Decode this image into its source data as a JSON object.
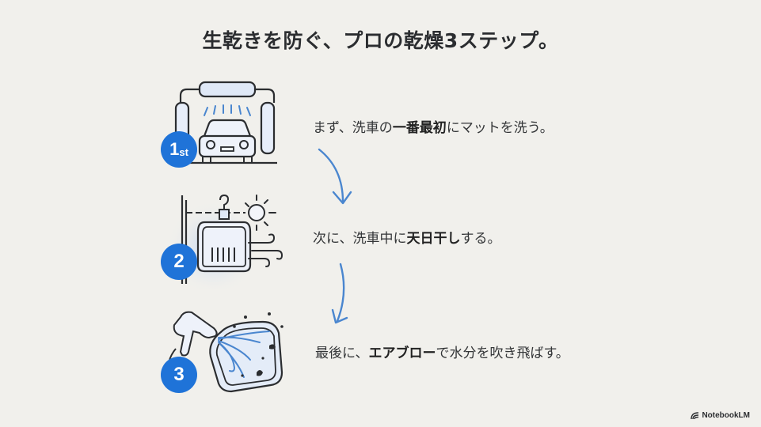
{
  "title": "生乾きを防ぐ、プロの乾燥3ステップ。",
  "steps": [
    {
      "badge": "1",
      "badge_suffix": "st",
      "icon": "car-wash-icon",
      "pre": "まず、洗車の",
      "bold": "一番最初",
      "post": "にマットを洗う。"
    },
    {
      "badge": "2",
      "badge_suffix": "",
      "icon": "sun-dry-mat-icon",
      "pre": "次に、洗車中に",
      "bold": "天日干し",
      "post": "する。"
    },
    {
      "badge": "3",
      "badge_suffix": "",
      "icon": "air-blow-gun-icon",
      "pre": "最後に、",
      "bold": "エアブロー",
      "post": "で水分を吹き飛ばす。"
    }
  ],
  "colors": {
    "accent": "#1f73d8",
    "arrow": "#4a86cf",
    "background": "#f1f0ec",
    "text": "#2f3134"
  },
  "brand": {
    "label": "NotebookLM"
  }
}
